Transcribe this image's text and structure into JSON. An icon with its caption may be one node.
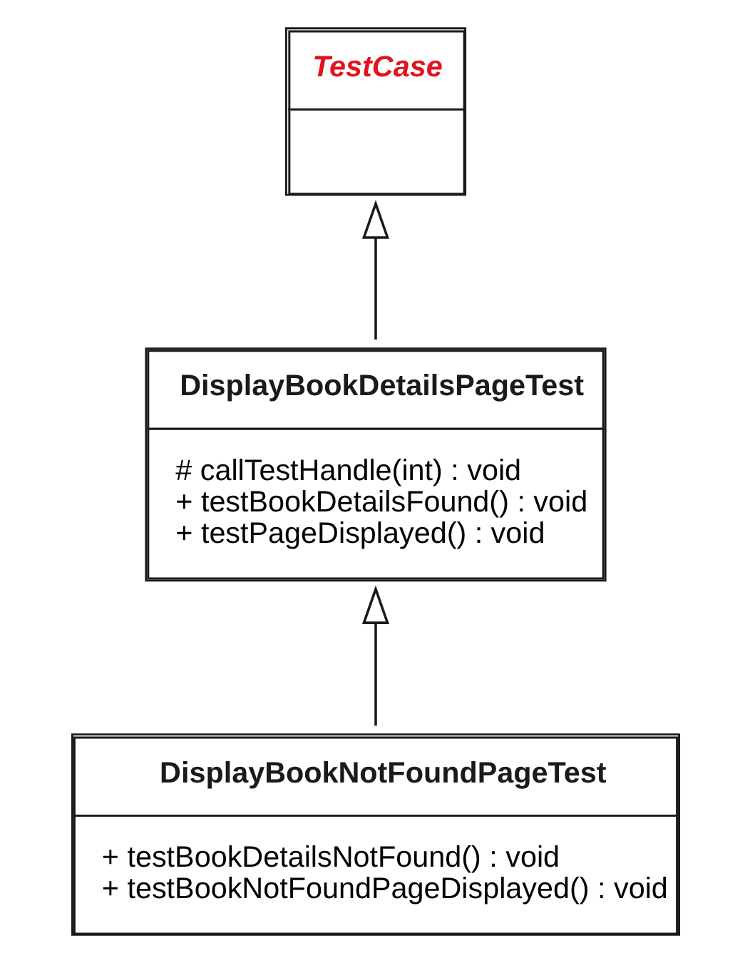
{
  "diagram": {
    "nodes": [
      {
        "text": [
          "TestCase"
        ]
      },
      {
        "text": [
          "DisplayBookDetailsPageTest",
          "# callTestHandle(int) : void",
          "+ testBookDetailsFound() : void",
          "+ testPageDisplayed() : void"
        ]
      },
      {
        "text": [
          "DisplayBookNotFoundPageTest",
          "+ testBookDetailsNotFound() : void",
          "+ testBookNotFoundPageDisplayed() : void"
        ]
      }
    ],
    "edges": [
      {
        "from": 1,
        "to": 0,
        "arrow": "to"
      },
      {
        "from": 2,
        "to": 1,
        "arrow": "to"
      }
    ]
  }
}
